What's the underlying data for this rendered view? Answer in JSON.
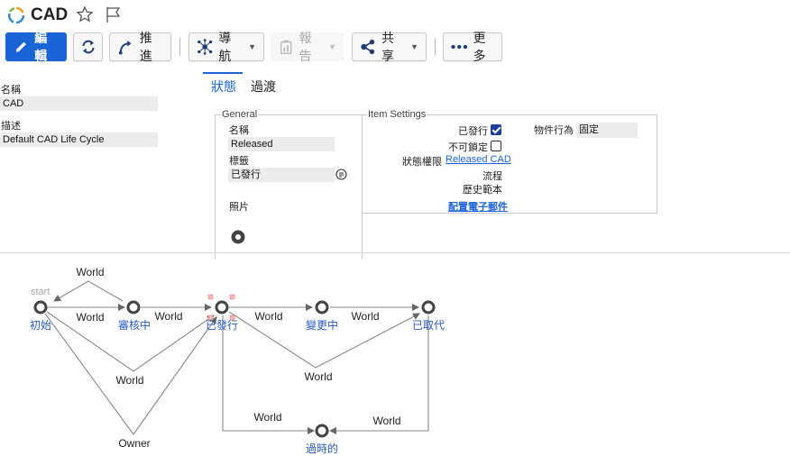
{
  "header": {
    "title": "CAD"
  },
  "toolbar": {
    "edit": "編輯",
    "promote": "推進",
    "navigate": "導航",
    "report": "報告",
    "share": "共享",
    "more": "更多"
  },
  "form": {
    "name_label": "名稱",
    "name_value": "CAD",
    "desc_label": "描述",
    "desc_value": "Default CAD Life Cycle"
  },
  "tabs": [
    "狀態",
    "過渡"
  ],
  "general": {
    "legend": "General",
    "name_label": "名稱",
    "name_value": "Released",
    "label_label": "標籤",
    "label_value": "已發行",
    "image_label": "照片"
  },
  "item_settings": {
    "legend": "Item Settings",
    "released_label": "已發行",
    "released_checked": true,
    "not_lockable_label": "不可鎖定",
    "not_lockable_checked": false,
    "state_permission_label": "狀態權限",
    "state_permission_value": "Released CAD",
    "workflow_label": "流程",
    "history_label": "歷史範本",
    "configure_email_link": "配置電子郵件",
    "item_behavior_label": "物件行為",
    "item_behavior_value": "固定"
  },
  "diagram": {
    "start_label": "start",
    "states": [
      "初始",
      "審核中",
      "已發行",
      "變更中",
      "已取代",
      "過時的"
    ],
    "transitions": [
      "World",
      "World",
      "World",
      "World",
      "World",
      "World",
      "World",
      "World",
      "World",
      "Owner"
    ]
  },
  "colors": {
    "accent": "#1b64d8",
    "checkbox": "#1e3d99",
    "state_text": "#2a5cc0"
  }
}
